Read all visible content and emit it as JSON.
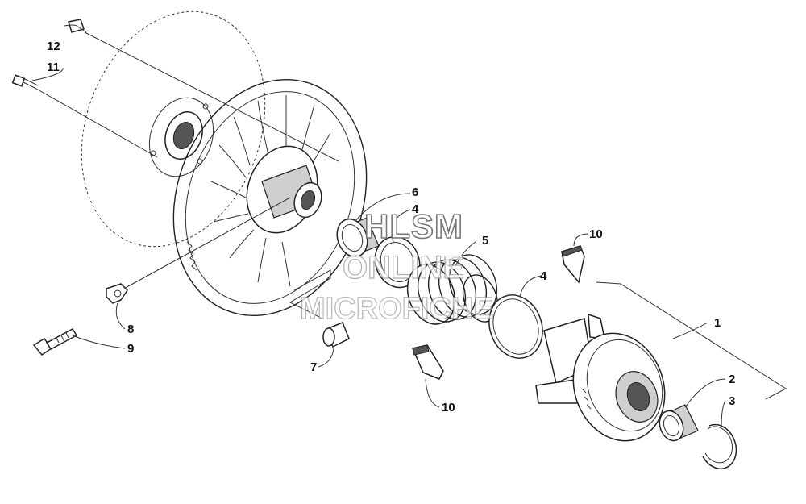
{
  "callouts": [
    {
      "id": "c12",
      "label": "12"
    },
    {
      "id": "c11",
      "label": "11"
    },
    {
      "id": "c6",
      "label": "6"
    },
    {
      "id": "c4a",
      "label": "4"
    },
    {
      "id": "c5",
      "label": "5"
    },
    {
      "id": "c10a",
      "label": "10"
    },
    {
      "id": "c4b",
      "label": "4"
    },
    {
      "id": "c1",
      "label": "1"
    },
    {
      "id": "c8",
      "label": "8"
    },
    {
      "id": "c9",
      "label": "9"
    },
    {
      "id": "c7",
      "label": "7"
    },
    {
      "id": "c10b",
      "label": "10"
    },
    {
      "id": "c2",
      "label": "2"
    },
    {
      "id": "c3",
      "label": "3"
    }
  ],
  "watermark": {
    "line1": "HLSM",
    "line2": "ONLINE",
    "line3": "MICROFICHE"
  }
}
